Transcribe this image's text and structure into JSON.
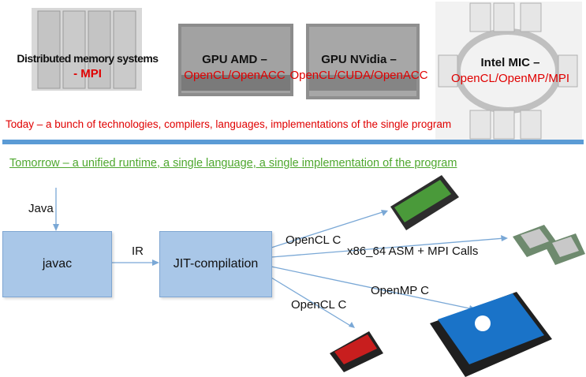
{
  "top": {
    "items": [
      {
        "line1": "Distributed memory systems",
        "line2": "- MPI"
      },
      {
        "line1": "GPU AMD –",
        "line2": "OpenCL/OpenACC"
      },
      {
        "line1": "GPU NVidia –",
        "line2": "OpenCL/CUDA/OpenACC"
      },
      {
        "line1": "Intel MIC –",
        "line2": "OpenCL/OpenMP/MPI"
      }
    ],
    "today": "Today – a bunch of technologies, compilers, languages, implementations of the single program"
  },
  "tomorrow": "Tomorrow – a unified runtime, a single language, a single implementation of the program",
  "diagram": {
    "java": "Java",
    "javac": "javac",
    "ir": "IR",
    "jit": "JIT-compilation",
    "opencl_c_top": "OpenCL C",
    "x86": "x86_64 ASM + MPI Calls",
    "openmp": "OpenMP C",
    "opencl_c_bottom": "OpenCL C"
  },
  "colors": {
    "accent_bar": "#5b9bd5",
    "red": "#e00000",
    "green": "#4ea72e",
    "box": "#a9c7e8",
    "arrow": "#7aa8d6"
  }
}
